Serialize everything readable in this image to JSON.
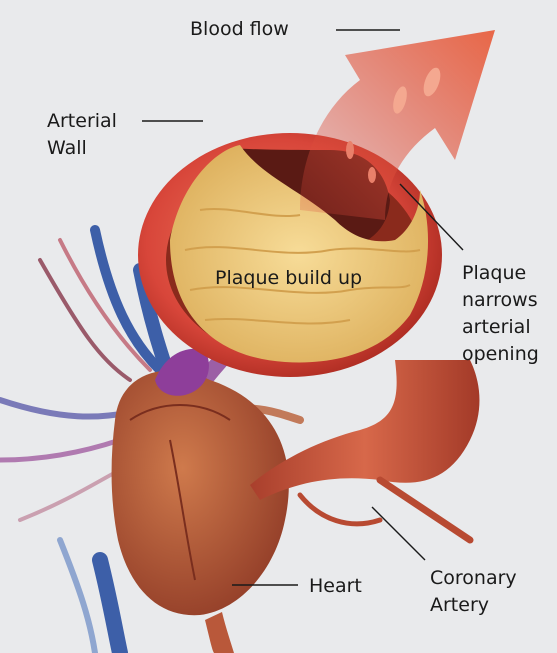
{
  "labels": {
    "blood_flow": "Blood flow",
    "arterial_wall": [
      "Arterial",
      "Wall"
    ],
    "plaque_build_up": "Plaque build up",
    "plaque_narrows": [
      "Plaque",
      "narrows",
      "arterial",
      "opening"
    ],
    "heart": "Heart",
    "coronary_artery": [
      "Coronary",
      "Artery"
    ]
  },
  "colors": {
    "background": "#e9eaec",
    "arterial_wall": "#d8463a",
    "plaque": "#eecb7a",
    "vein_blue": "#3d5fa8",
    "heart": "#b9583a",
    "leader_line": "#1a1a1a"
  }
}
